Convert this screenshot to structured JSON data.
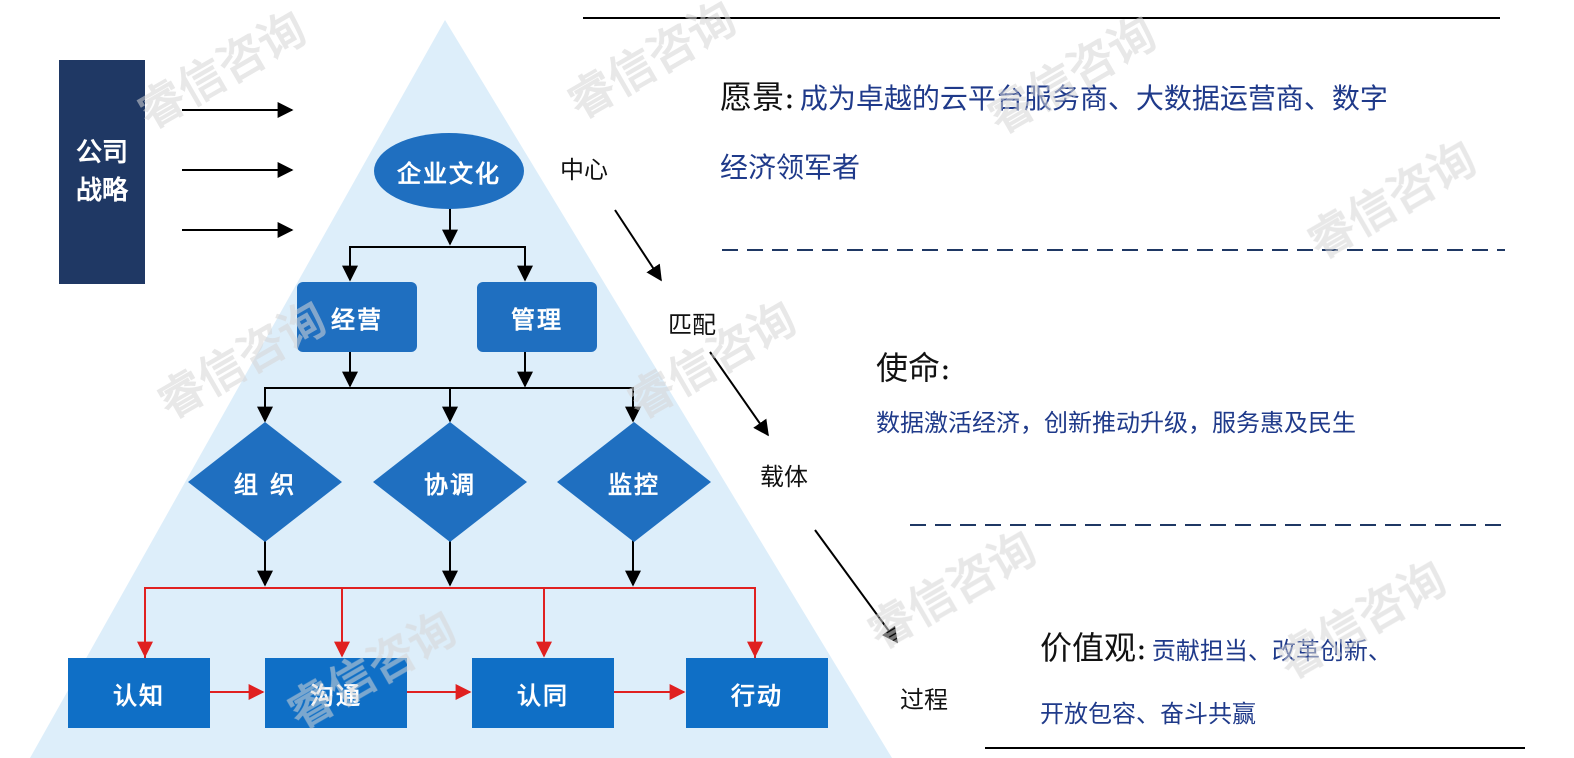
{
  "strategy": {
    "label": "公司战略"
  },
  "culture": {
    "label": "企业文化"
  },
  "level2": [
    {
      "label": "经营"
    },
    {
      "label": "管理"
    }
  ],
  "level3": [
    {
      "label": "组 织"
    },
    {
      "label": "协调"
    },
    {
      "label": "监控"
    }
  ],
  "process": [
    {
      "label": "认知"
    },
    {
      "label": "沟通"
    },
    {
      "label": "认同"
    },
    {
      "label": "行动"
    }
  ],
  "side_labels": {
    "center": "中心",
    "match": "匹配",
    "carrier": "载体",
    "process": "过程"
  },
  "vision": {
    "title": "愿景:",
    "text_line1": "成为卓越的云平台服务商、大数据运营商、数字",
    "text_line2": "经济领军者"
  },
  "mission": {
    "title": "使命:",
    "text": "数据激活经济，创新推动升级，服务惠及民生"
  },
  "values": {
    "title": "价值观:",
    "text_line1": "贡献担当、改革创新、",
    "text_line2": "开放包容、奋斗共赢"
  },
  "watermark": {
    "text": "睿信咨询"
  },
  "colors": {
    "triangle": "#ddeefa",
    "node_blue": "#1f6fc0",
    "strategy_navy": "#1f3864",
    "text_blue": "#1f3a8a",
    "red_connector": "#e02020"
  }
}
